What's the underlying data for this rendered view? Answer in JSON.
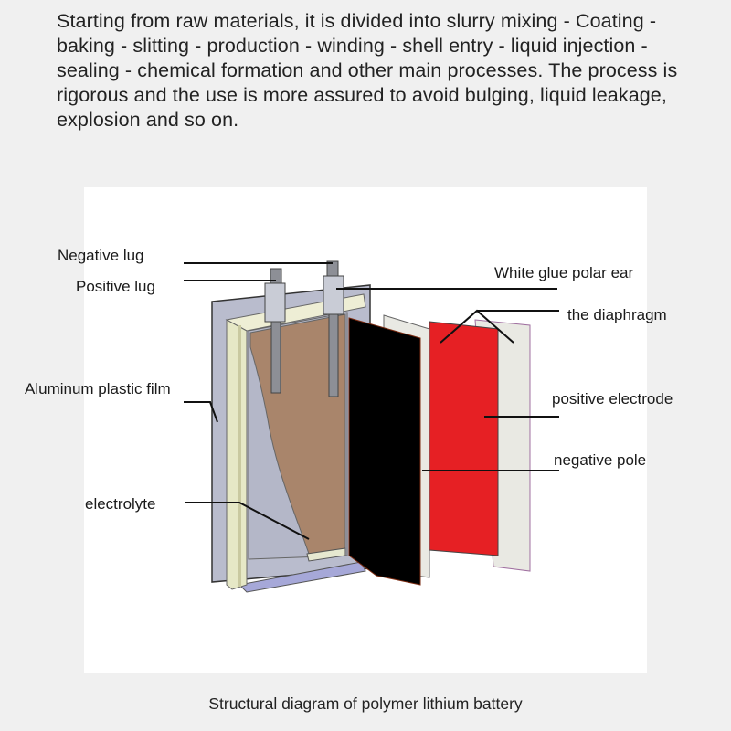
{
  "intro_text": "Starting from raw materials, it is divided into slurry mixing - Coating - baking - slitting - production - winding - shell entry - liquid injection - sealing - chemical formation and other main processes. The process is rigorous and the use is more assured to avoid bulging, liquid leakage, explosion and so on.",
  "diagram": {
    "labels": {
      "negative_lug": "Negative lug",
      "positive_lug": "Positive lug",
      "aluminum_plastic_film": "Aluminum plastic film",
      "electrolyte": "electrolyte",
      "white_glue_polar_ear": "White glue polar ear",
      "diaphragm": "the diaphragm",
      "positive_electrode": "positive electrode",
      "negative_pole": "negative pole"
    },
    "colors": {
      "film": "#b9bccd",
      "frame": "#e9ead0",
      "electrolyte": "#a9856b",
      "negative_sheet": "#000000",
      "diaphragm": "#e9e9e3",
      "positive_electrode": "#e62024",
      "lug": "#b8bcc8"
    }
  },
  "caption": "Structural diagram of polymer lithium battery"
}
